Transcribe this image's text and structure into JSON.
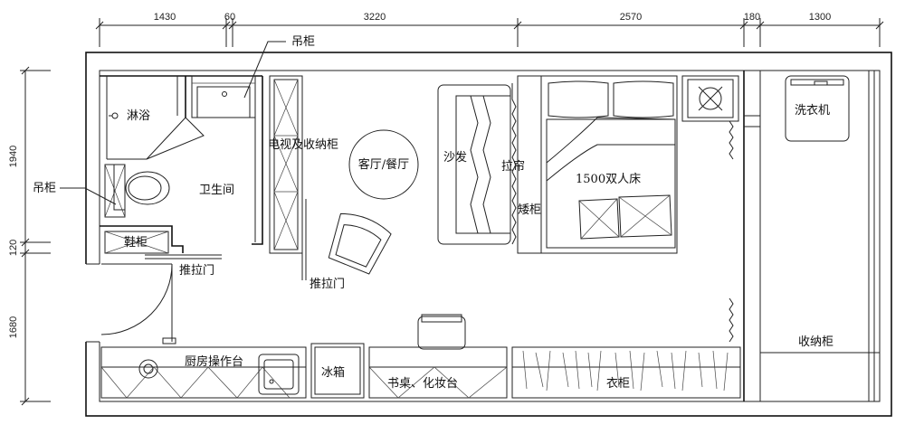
{
  "plan": {
    "dimensions": {
      "top": [
        "1430",
        "60",
        "3220",
        "2570",
        "180",
        "1300"
      ],
      "left": [
        "1940",
        "120",
        "1680"
      ]
    },
    "labels": {
      "wall_cabinet_top": "吊柜",
      "wall_cabinet_left": "吊柜",
      "shower": "淋浴",
      "bathroom": "卫生间",
      "shoe_cabinet": "鞋柜",
      "sliding_door_bath": "推拉门",
      "tv_cabinet": "电视及收纳柜",
      "living_dining": "客厅/餐厅",
      "sliding_door_living": "推拉门",
      "sofa": "沙发",
      "curtain": "拉帘",
      "low_cabinet": "矮柜",
      "bed": "1500双人床",
      "washing_machine": "洗衣机",
      "storage_cabinet": "收纳柜",
      "kitchen_counter": "厨房操作台",
      "fridge": "冰箱",
      "desk": "书桌、化妆台",
      "wardrobe": "衣柜"
    }
  }
}
